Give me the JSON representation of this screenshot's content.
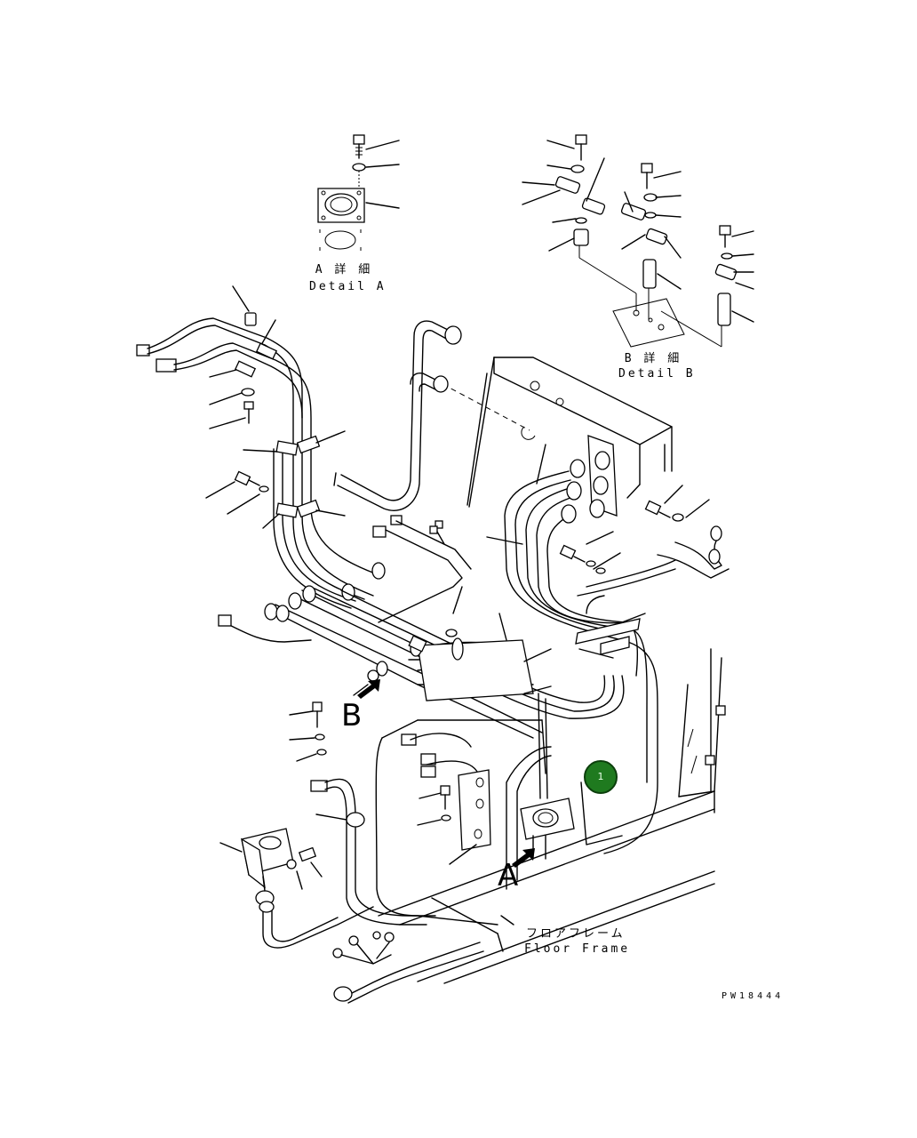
{
  "detail_a": {
    "jp": "A 詳 細",
    "en": "Detail A"
  },
  "detail_b": {
    "jp": "B 詳 細",
    "en": "Detail B"
  },
  "floor_frame": {
    "jp": "フロアフレーム",
    "en": "Floor Frame"
  },
  "view_marks": {
    "a": "A",
    "b": "B"
  },
  "callout": {
    "number": "1",
    "color": "#1f7a1f"
  },
  "drawing_code": "PW18444"
}
